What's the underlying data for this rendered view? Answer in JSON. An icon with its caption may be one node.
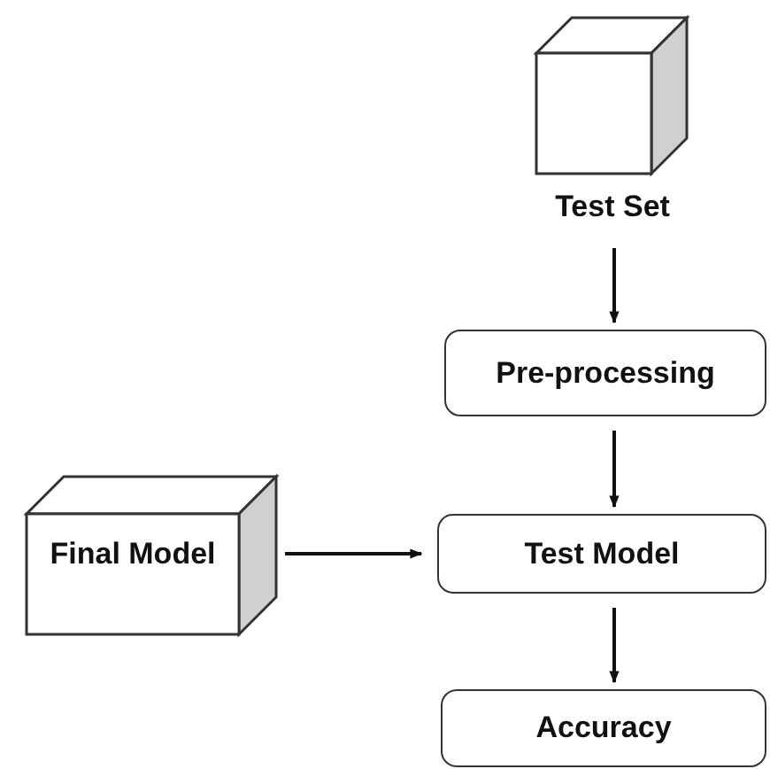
{
  "diagram": {
    "nodes": [
      {
        "text": [
          "Test Set"
        ]
      },
      {
        "text": [
          "Pre-processing"
        ]
      },
      {
        "text": [
          "Final Model"
        ]
      },
      {
        "text": [
          "Test Model"
        ]
      },
      {
        "text": [
          "Accuracy"
        ]
      }
    ],
    "edges": [
      {
        "from": 0,
        "to": 1,
        "arrow": "to"
      },
      {
        "from": 1,
        "to": 3,
        "arrow": "to"
      },
      {
        "from": 2,
        "to": 3,
        "arrow": "to"
      },
      {
        "from": 3,
        "to": 4,
        "arrow": "to"
      }
    ]
  }
}
